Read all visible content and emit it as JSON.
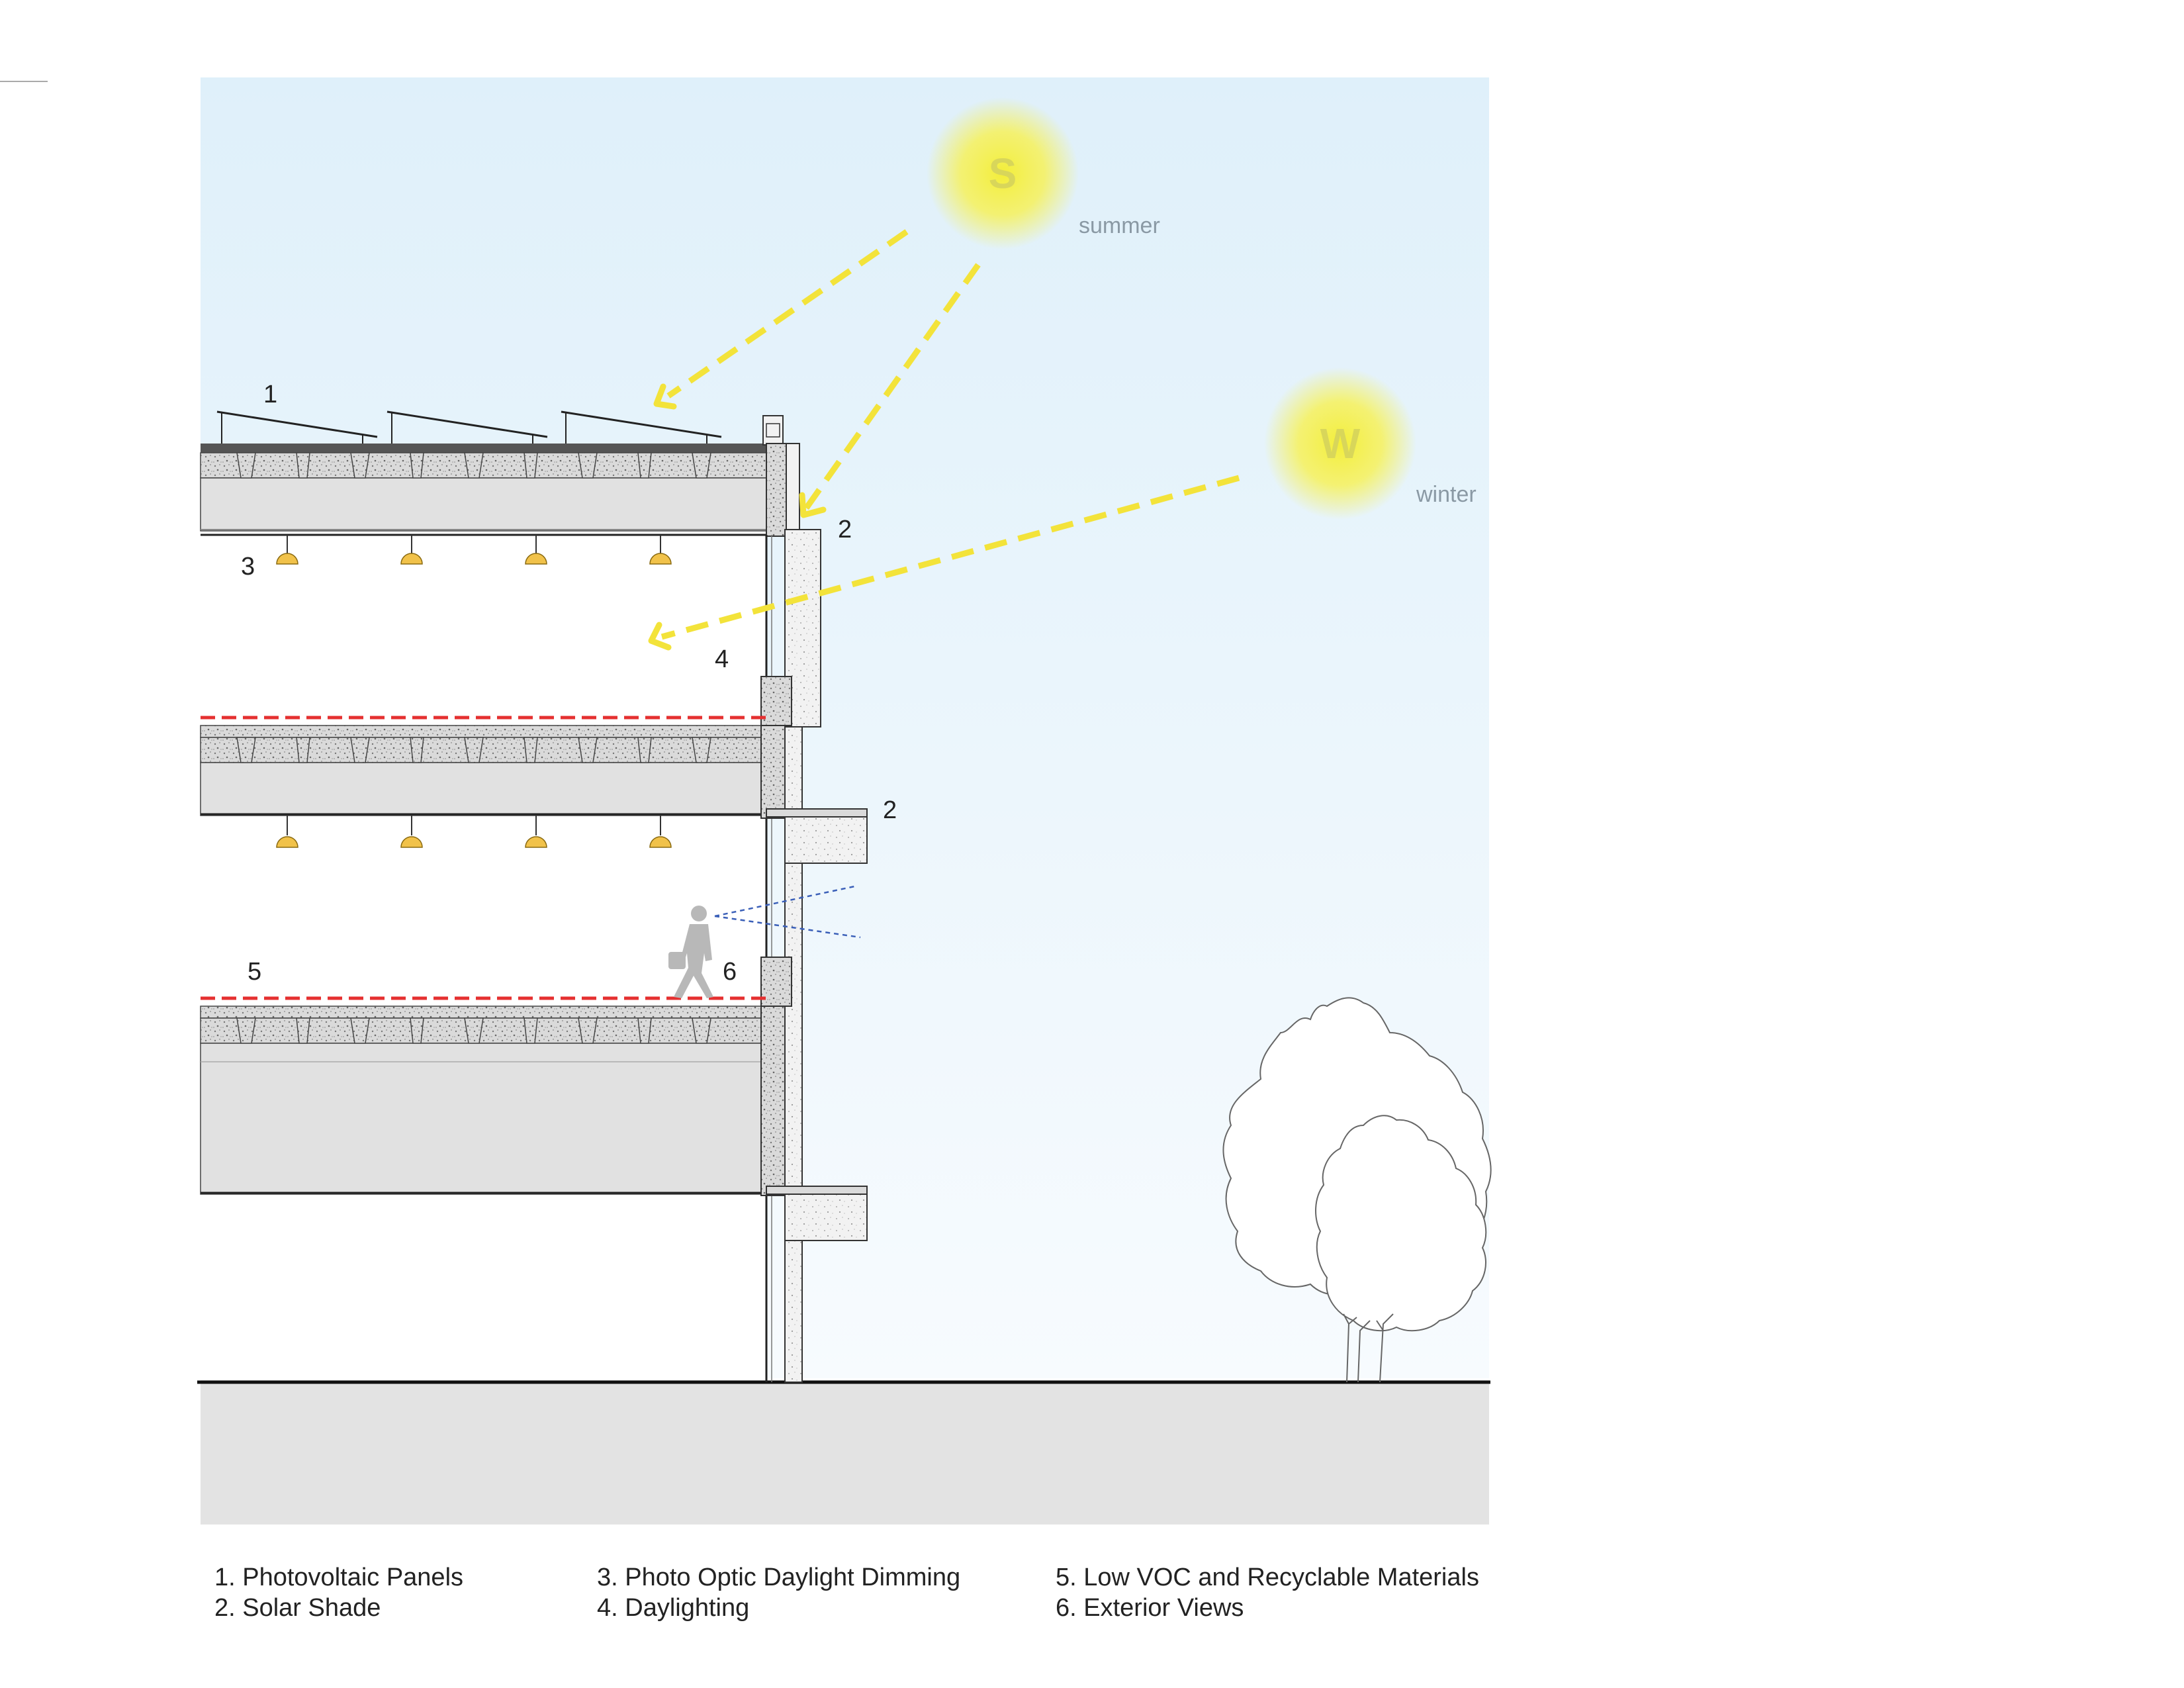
{
  "colors": {
    "sky_top": "#dff0fa",
    "sky_bottom": "#f7fbfe",
    "ground": "#e3e3e3",
    "concrete": "#dcdcdc",
    "ceiling": "#e1e1e1",
    "sun_glow": "#f3ee3a",
    "sun_arrow": "#f3e33a",
    "finish_line": "#e53030",
    "sight_line": "#3a5fb8",
    "lamp": "#f1c24a"
  },
  "sun": {
    "summer": {
      "letter": "S",
      "label": "summer"
    },
    "winter": {
      "letter": "W",
      "label": "winter"
    }
  },
  "callouts": {
    "photovoltaic": "1",
    "solar_shade_upper": "2",
    "solar_shade_lower": "2",
    "dimming": "3",
    "daylighting": "4",
    "materials": "5",
    "views": "6"
  },
  "legend": [
    [
      "1. Photovoltaic Panels",
      "2. Solar Shade"
    ],
    [
      "3. Photo Optic Daylight Dimming",
      "4. Daylighting"
    ],
    [
      "5. Low VOC and Recyclable Materials",
      "6. Exterior Views"
    ]
  ],
  "icons": [
    "person-icon",
    "tree-icon",
    "pendant-lamp-icon",
    "pv-panel-icon"
  ]
}
